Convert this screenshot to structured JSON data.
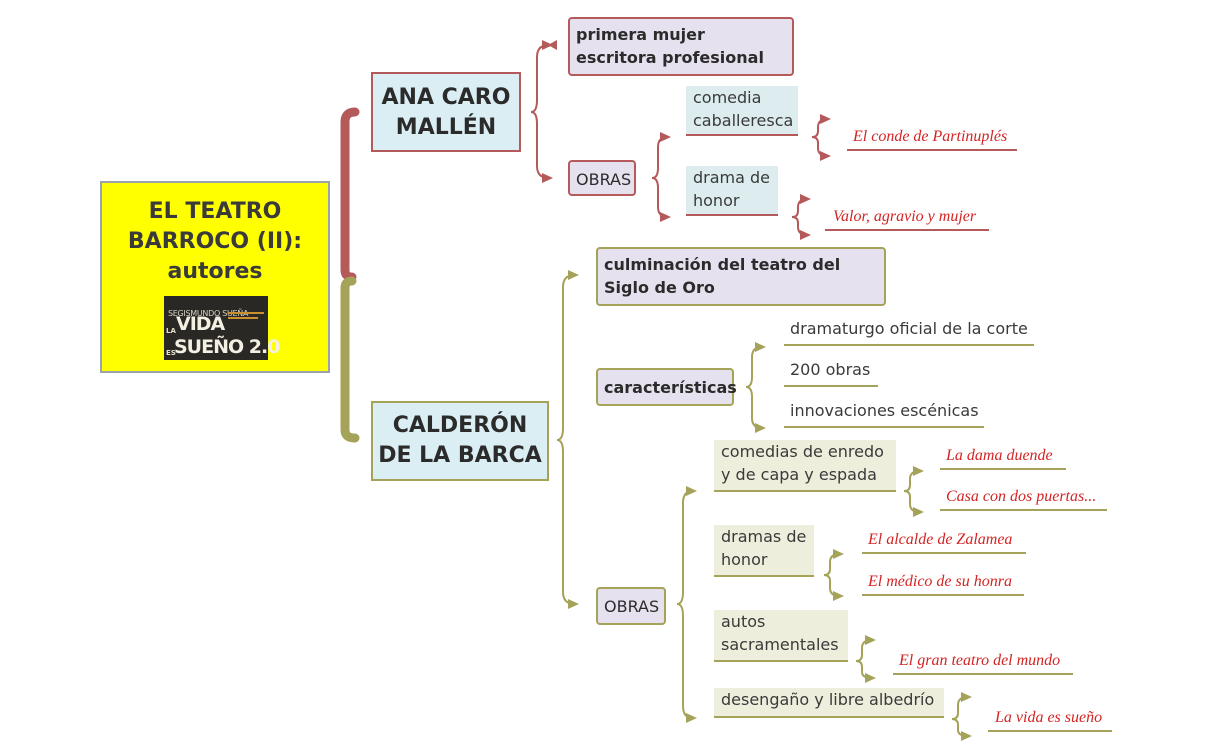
{
  "root": {
    "title_lines": [
      "EL TEATRO",
      "BARROCO (II):",
      "autores"
    ],
    "image_text": {
      "top": "SEGISMUNDO SUEÑA",
      "la": "LA",
      "vida": "VIDA",
      "es": "ES",
      "sueno": "SUEÑO 2.0"
    }
  },
  "ana": {
    "name": "ANA CARO MALLÉN",
    "description": "primera mujer escritora profesional",
    "works_label": "OBRAS",
    "genres": [
      {
        "name": "comedia caballeresca",
        "works": [
          "El conde de Partinuplés"
        ]
      },
      {
        "name": "drama de honor",
        "works": [
          "Valor, agravio y mujer"
        ]
      }
    ]
  },
  "calderon": {
    "name": "CALDERÓN DE LA BARCA",
    "description": "culminación del teatro del Siglo de Oro",
    "features_label": "características",
    "features": [
      "dramaturgo oficial de la corte",
      "200 obras",
      "innovaciones escénicas"
    ],
    "works_label": "OBRAS",
    "genres": [
      {
        "name": "comedias de enredo y de capa y espada",
        "works": [
          "La dama duende",
          "Casa con dos puertas..."
        ]
      },
      {
        "name": "dramas de honor",
        "works": [
          "El alcalde de Zalamea",
          "El médico de su honra"
        ]
      },
      {
        "name": "autos sacramentales",
        "works": [
          "El gran teatro del mundo"
        ]
      },
      {
        "name": "desengaño y libre albedrío",
        "works": [
          "La vida es sueño"
        ]
      }
    ]
  },
  "colors": {
    "ana_branch": "#b55a5a",
    "calderon_branch": "#a5a35a",
    "root_fill": "#ffff00",
    "work_text": "#d32424"
  }
}
